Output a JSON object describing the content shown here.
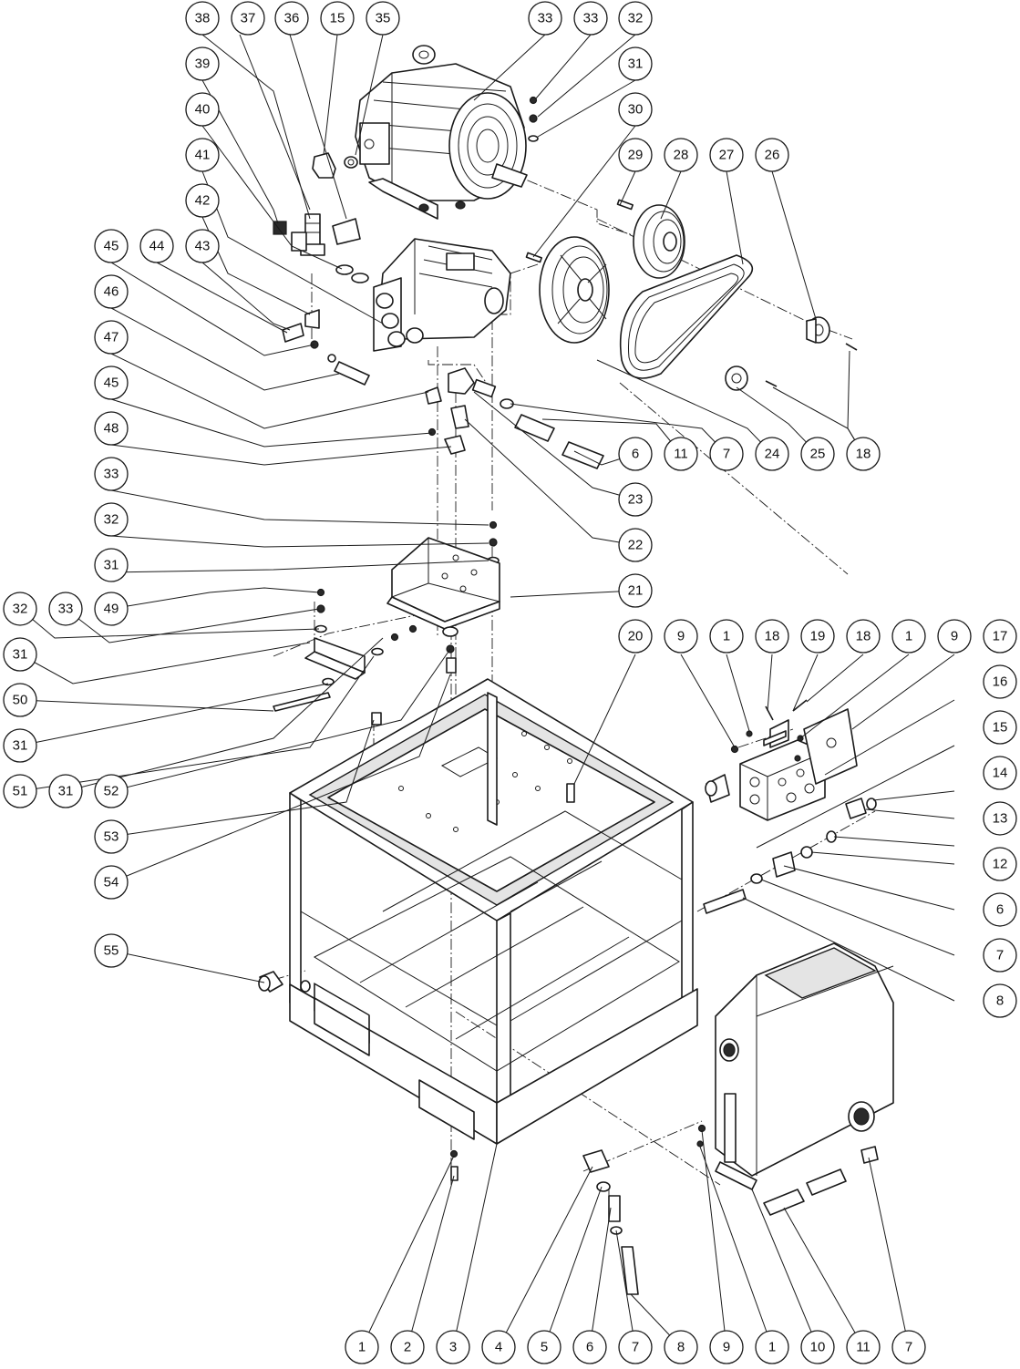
{
  "callouts": [
    "38",
    "37",
    "36",
    "15",
    "35",
    "33",
    "33",
    "32",
    "31",
    "39",
    "40",
    "30",
    "29",
    "28",
    "27",
    "26",
    "41",
    "42",
    "45",
    "44",
    "43",
    "46",
    "47",
    "45",
    "48",
    "11",
    "7",
    "24",
    "25",
    "18",
    "6",
    "23",
    "22",
    "33",
    "32",
    "31",
    "49",
    "21",
    "32",
    "33",
    "31",
    "50",
    "31",
    "51",
    "31",
    "52",
    "53",
    "54",
    "20",
    "9",
    "1",
    "18",
    "19",
    "18",
    "1",
    "9",
    "17",
    "16",
    "15",
    "14",
    "13",
    "12",
    "6",
    "7",
    "8",
    "55",
    "1",
    "2",
    "3",
    "4",
    "5",
    "6",
    "7",
    "8",
    "9",
    "1",
    "10",
    "11",
    "7"
  ]
}
